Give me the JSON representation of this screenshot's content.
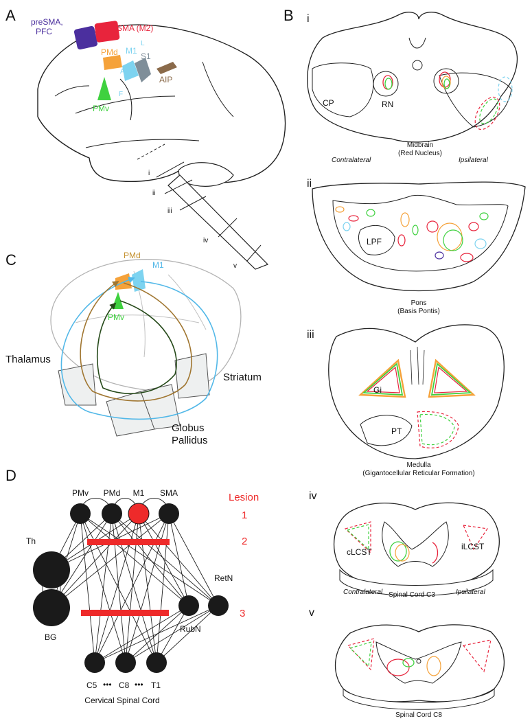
{
  "colors": {
    "presma": "#4b2f9e",
    "sma": "#e8243c",
    "pmd": "#f5a23a",
    "m1": "#7dd3f0",
    "s1": "#7f8e99",
    "aip": "#8a6a4a",
    "pmv": "#3fd13f",
    "dark_path": "#264a1a",
    "brown_path": "#a07630",
    "blue_path": "#52b8e8",
    "lesion": "#ee2a2a",
    "node": "#1a1a1a"
  },
  "panel_a": {
    "letter": "A",
    "areas": {
      "presma": [
        "preSMA,",
        "PFC"
      ],
      "sma": "SMA (M2)",
      "pmd": "PMd",
      "m1": "M1",
      "s1": "S1",
      "aip": "AIP",
      "pmv": "PMv"
    },
    "hand_labels": {
      "l": "L",
      "a": "A",
      "f": "F"
    },
    "levels": [
      "i",
      "ii",
      "iii",
      "iv",
      "v"
    ]
  },
  "panel_b": {
    "letter": "B",
    "sections": {
      "i": {
        "numeral": "i",
        "title": "Midbrain",
        "subtitle": "(Red Nucleus)",
        "labels": {
          "cp": "CP",
          "rn": "RN"
        },
        "left": "Contralateral",
        "right": "Ipsilateral"
      },
      "ii": {
        "numeral": "ii",
        "title": "Pons",
        "subtitle": "(Basis Pontis)",
        "labels": {
          "lpf": "LPF"
        }
      },
      "iii": {
        "numeral": "iii",
        "title": "Medulla",
        "subtitle": "(Gigantocellular Reticular Formation)",
        "labels": {
          "gi": "Gi",
          "pt": "PT"
        }
      },
      "iv": {
        "numeral": "iv",
        "title": "Spinal Cord C3",
        "labels": {
          "clcst": "cLCST",
          "ilcst": "iLCST"
        },
        "left": "Contralateral",
        "right": "Ipsilateral"
      },
      "v": {
        "numeral": "v",
        "title": "Spinal Cord C8"
      }
    }
  },
  "panel_c": {
    "letter": "C",
    "labels": {
      "pmd": "PMd",
      "m1": "M1",
      "pmv": "PMv",
      "thalamus": "Thalamus",
      "striatum": "Striatum",
      "globus1": "Globus",
      "globus2": "Pallidus"
    }
  },
  "panel_d": {
    "letter": "D",
    "cortical_nodes": [
      "PMv",
      "PMd",
      "M1",
      "SMA"
    ],
    "lesion_title": "Lesion",
    "lesion_numbers": [
      "1",
      "2",
      "3"
    ],
    "th": "Th",
    "bg": "BG",
    "retn": "RetN",
    "rubn": "RubN",
    "spinal_nodes": [
      "C5",
      "C8",
      "T1"
    ],
    "dots": "•••",
    "spinal_title": "Cervical Spinal Cord"
  }
}
